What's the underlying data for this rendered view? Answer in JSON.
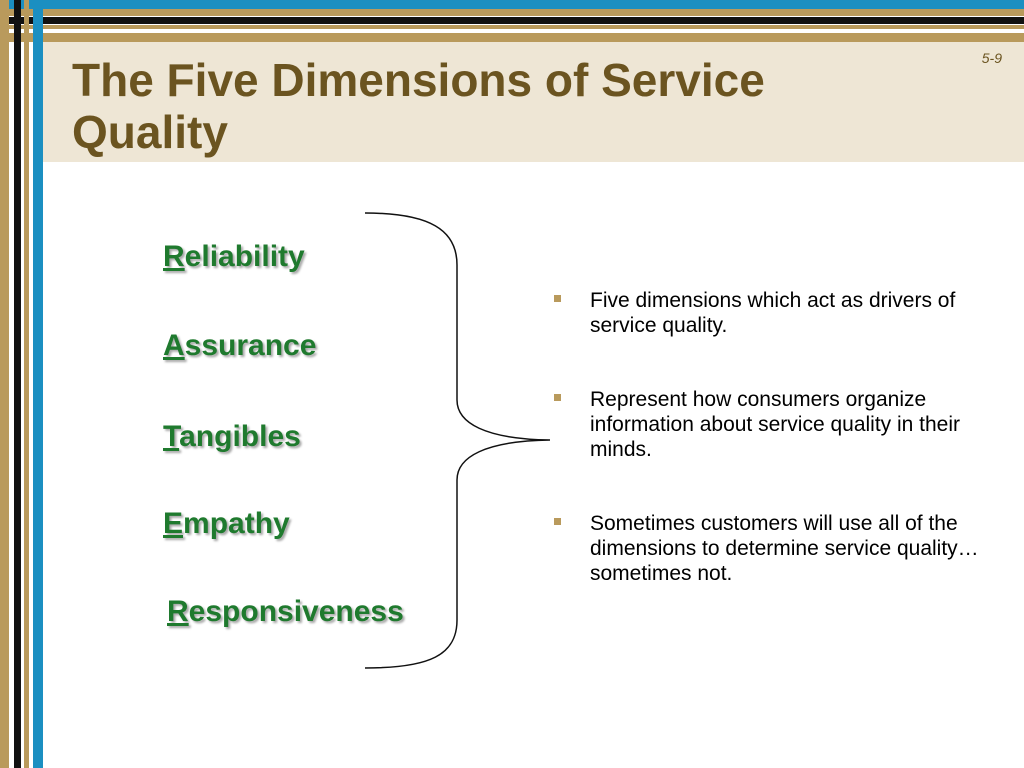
{
  "slide": {
    "title": "The Five Dimensions of Service Quality",
    "number": "5-9"
  },
  "dimensions": [
    {
      "initial": "R",
      "rest": "eliability"
    },
    {
      "initial": "A",
      "rest": "ssurance"
    },
    {
      "initial": "T",
      "rest": "angibles"
    },
    {
      "initial": "E",
      "rest": "mpathy"
    },
    {
      "initial": "R",
      "rest": "esponsiveness"
    }
  ],
  "bullets": [
    "Five dimensions which act as drivers of service quality.",
    "Represent how consumers organize information about service quality in their minds.",
    "Sometimes customers will use all of the dimensions to determine service quality…sometimes not."
  ],
  "colors": {
    "title": "#6b5420",
    "dimension_text": "#1f7a2e",
    "accent_blue": "#1b8fc1",
    "accent_tan": "#b99a5c",
    "title_panel": "#eee6d5"
  }
}
